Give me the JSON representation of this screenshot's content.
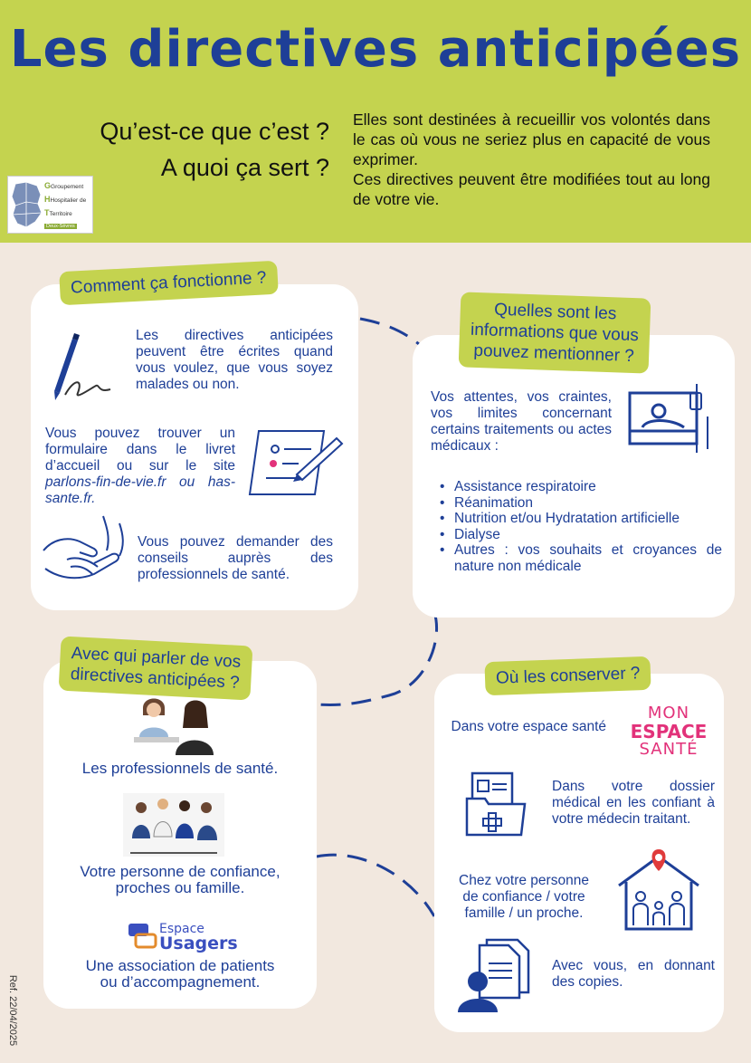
{
  "header": {
    "title": "Les directives anticipées",
    "question_line1": "Qu’est-ce que c’est ?",
    "question_line2": "A quoi ça sert ?",
    "intro_p1": "Elles sont destinées à recueillir vos volontés dans le cas où vous ne seriez plus en capacité de vous exprimer.",
    "intro_p2": "Ces directives peuvent être modifiées tout au long de votre vie.",
    "logo": {
      "line1": "Groupement",
      "line2": "Hospitalier de",
      "line3": "Territoire",
      "line4": "Deux-Sèvres"
    }
  },
  "how": {
    "tag": "Comment ça fonctionne ?",
    "item1": "Les directives anticipées peuvent être écrites quand vous voulez, que vous soyez malades ou non.",
    "item2_text": "Vous pouvez trouver un formulaire dans le livret d’accueil ou sur le site",
    "item2_links": "parlons-fin-de-vie.fr ou has-sante.fr.",
    "item3": "Vous pouvez demander des conseils auprès des professionnels de santé."
  },
  "info": {
    "tag_line1": "Quelles sont les",
    "tag_line2": "informations que vous",
    "tag_line3": "pouvez mentionner ?",
    "intro": "Vos attentes, vos craintes, vos limites concernant certains traitements ou actes médicaux :",
    "bullets": [
      "Assistance respiratoire",
      "Réanimation",
      "Nutrition et/ou Hydratation artificielle",
      "Dialyse",
      "Autres : vos souhaits et croyances de nature non médicale"
    ]
  },
  "who": {
    "tag_line1": "Avec qui parler de vos",
    "tag_line2": "directives anticipées ?",
    "item1": "Les professionnels de santé.",
    "item2_line1": "Votre personne de confiance,",
    "item2_line2": "proches ou famille.",
    "usagers_a": "Espace",
    "usagers_b": "Usagers",
    "item3_line1": "Une association de patients",
    "item3_line2": "ou d’accompagnement."
  },
  "where": {
    "tag": "Où les conserver ?",
    "item1": "Dans votre espace santé",
    "mes_line1": "MON",
    "mes_line2": "ESPACE",
    "mes_line3": "SANTÉ",
    "item2": "Dans votre dossier médical en les confiant à votre médecin traitant.",
    "item3_line1": "Chez votre personne",
    "item3_line2": "de confiance / votre",
    "item3_line3": "famille / un proche.",
    "item4": "Avec vous, en donnant des copies."
  },
  "ref": "Ref. 22/04/2025",
  "colors": {
    "accent_green": "#c4d34f",
    "navy": "#1e3f97",
    "background": "#f2e8df",
    "pink": "#e2327a",
    "red_pin": "#e03b3b"
  }
}
